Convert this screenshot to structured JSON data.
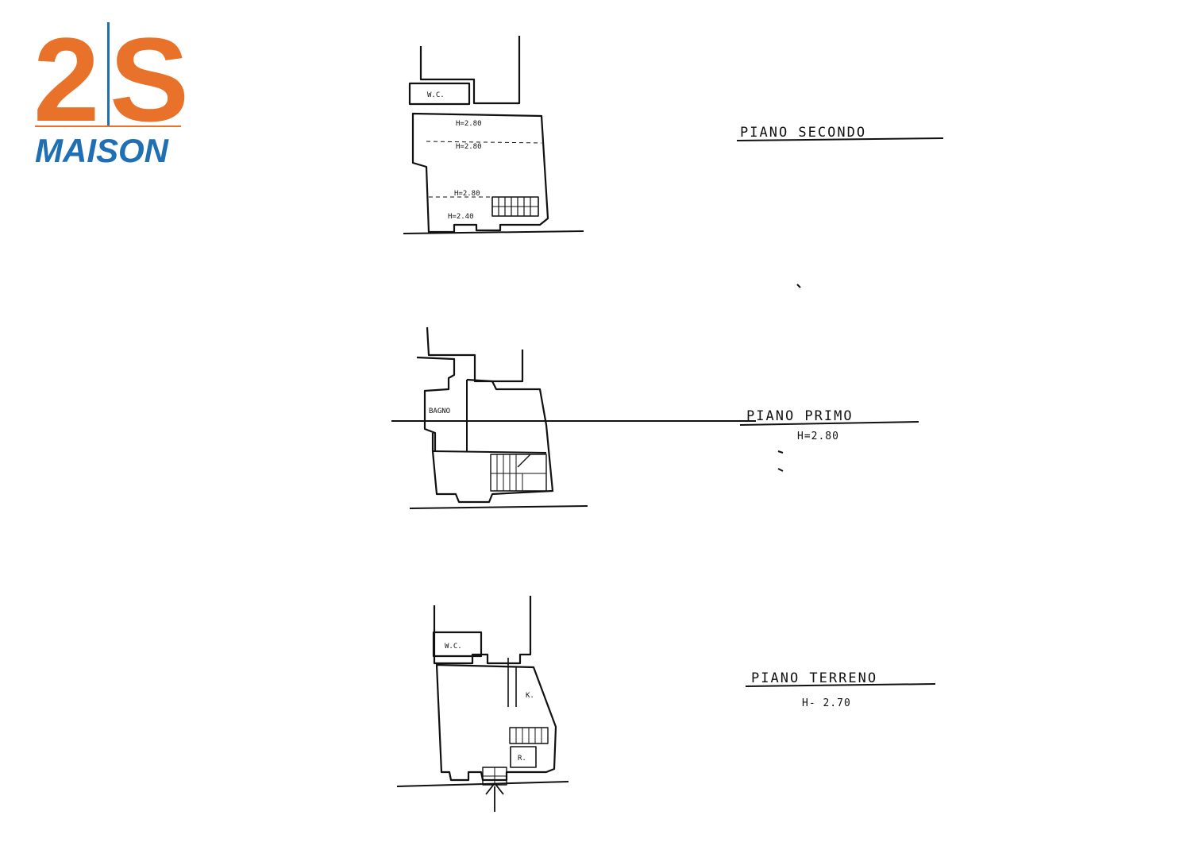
{
  "brand": {
    "logo_digit": "2",
    "logo_letter": "S",
    "logo_word": "MAISON",
    "primary_color": "#e8722a",
    "secondary_color": "#1f6fb4"
  },
  "floors": [
    {
      "title": "PIANO SECONDO",
      "room_labels": [
        "W.C.",
        "H=2.80",
        "H=2.80",
        "H=2.80",
        "H=2.40"
      ]
    },
    {
      "title": "PIANO PRIMO",
      "height": "H=2.80",
      "room_labels": [
        "BAGNO"
      ]
    },
    {
      "title": "PIANO TERRENO",
      "height": "H- 2.70",
      "room_labels": [
        "W.C.",
        "K.",
        "R."
      ]
    }
  ]
}
